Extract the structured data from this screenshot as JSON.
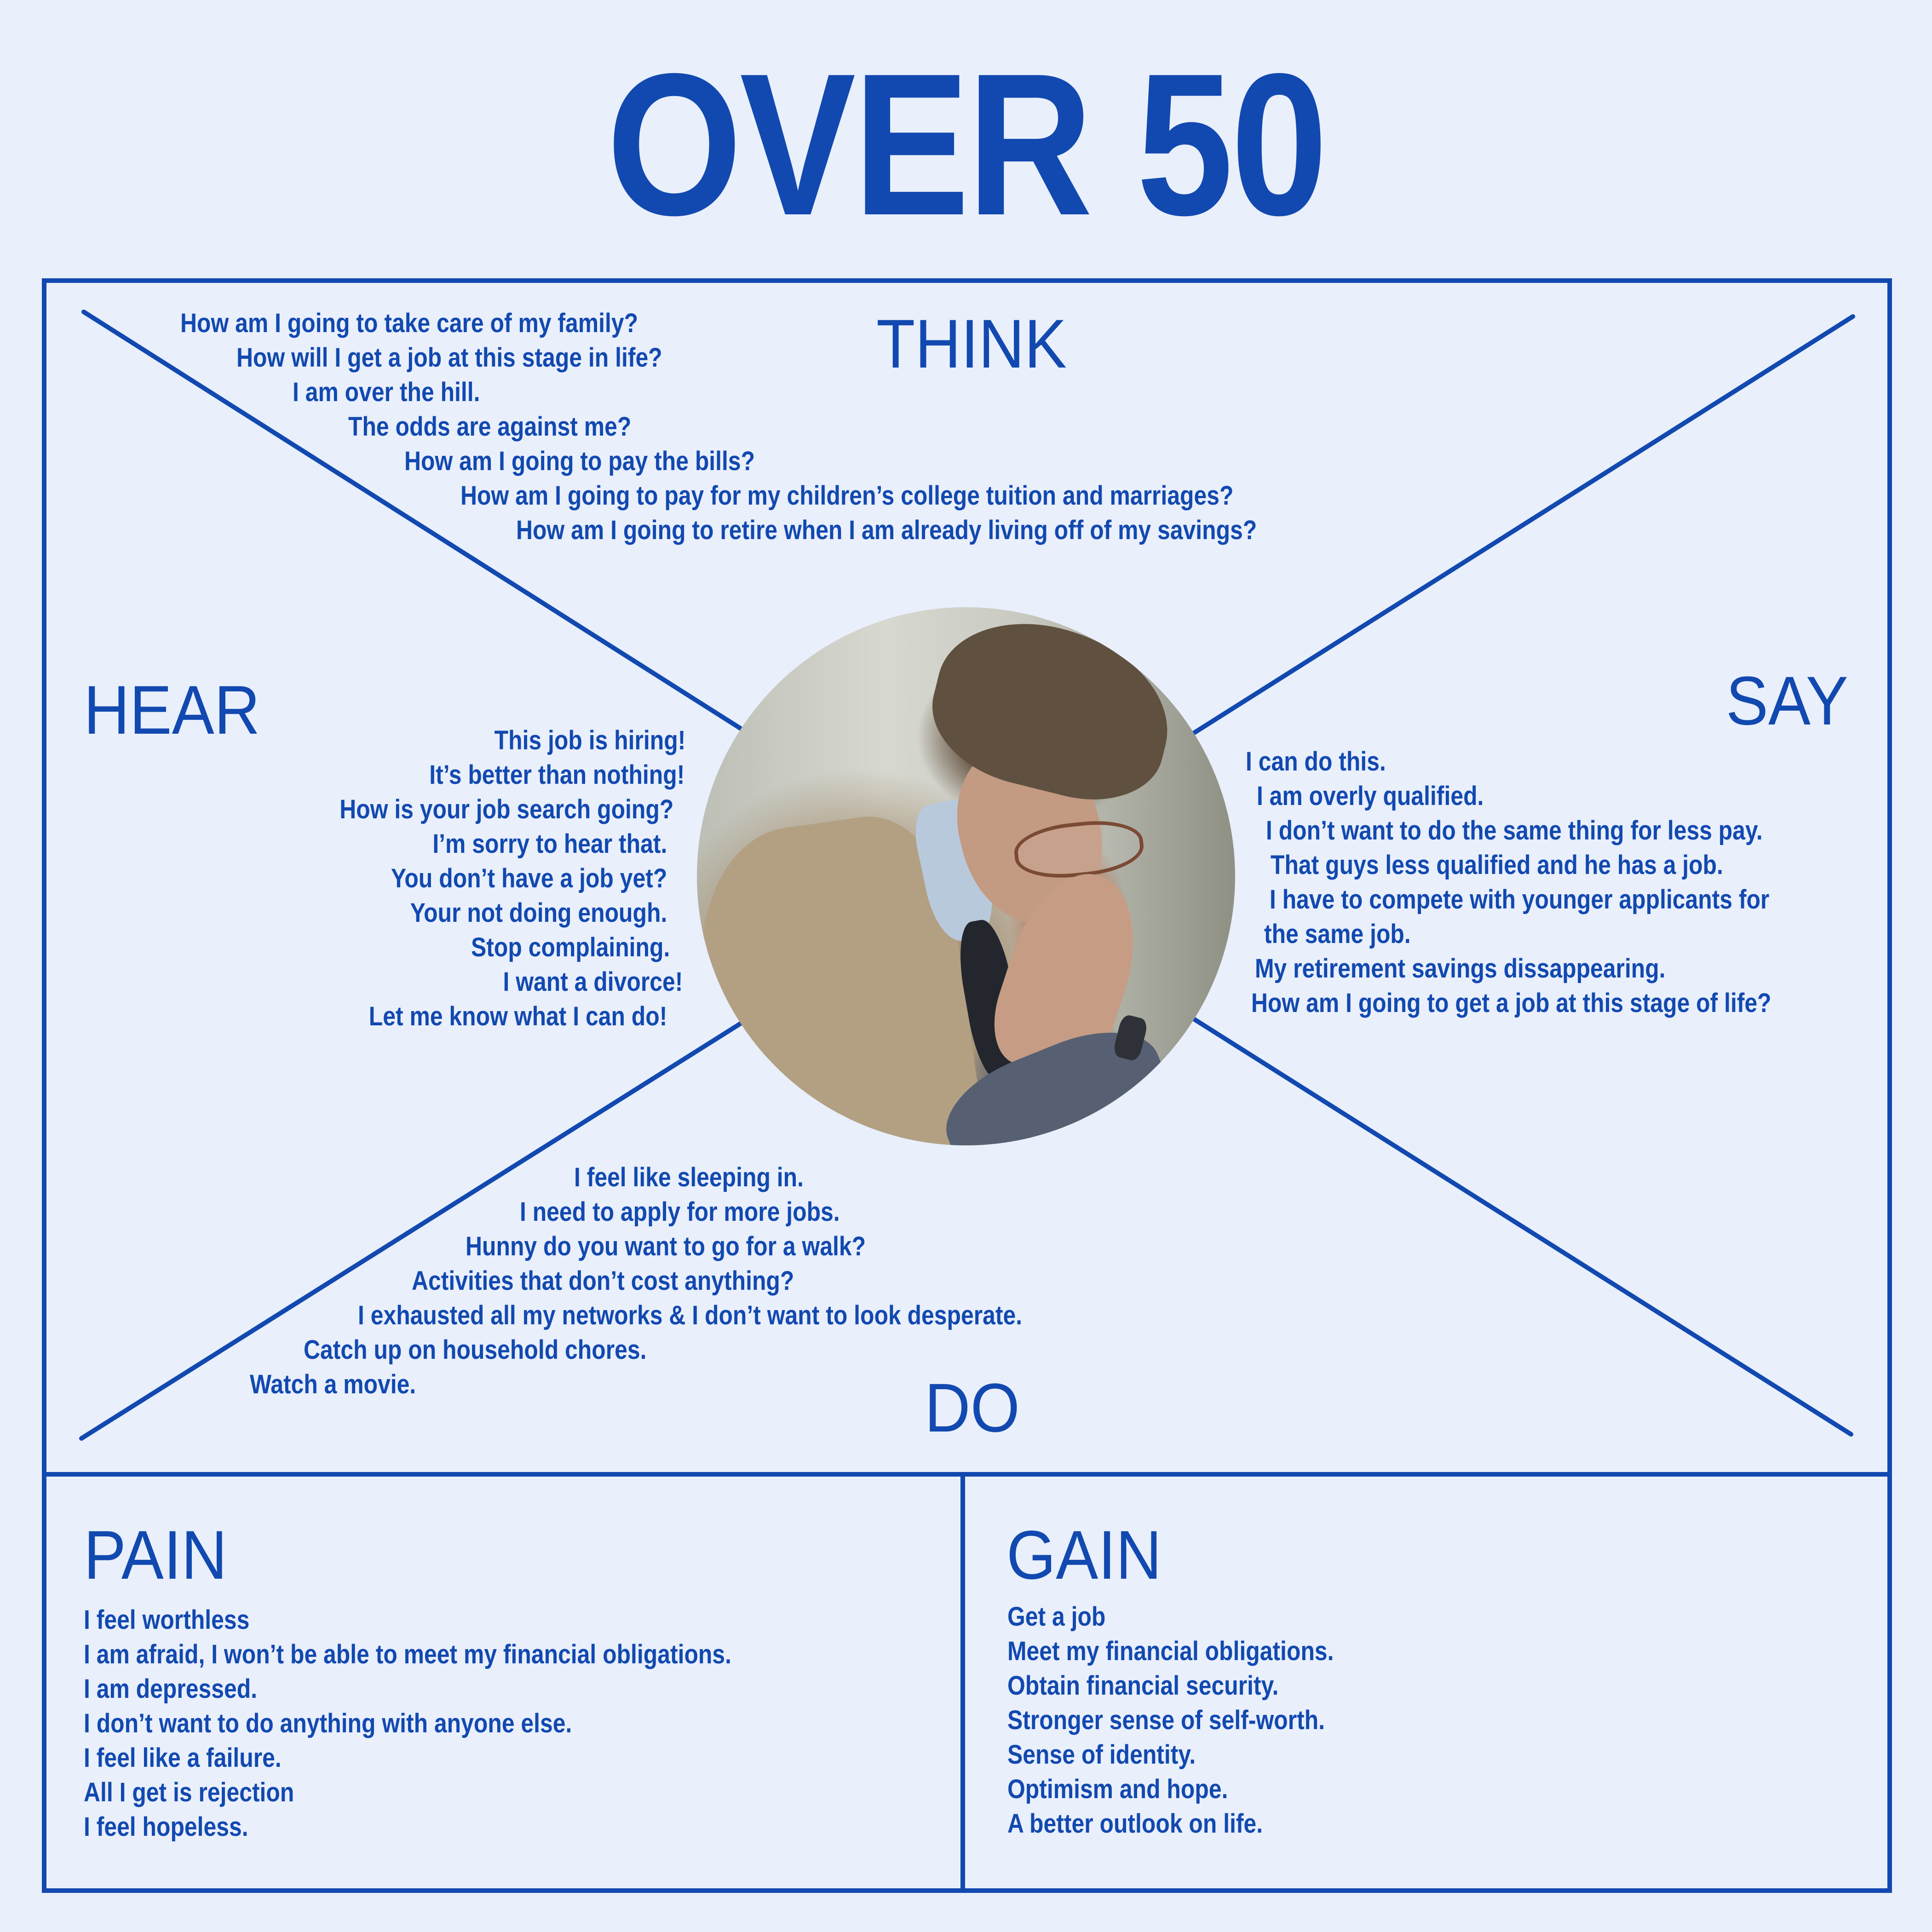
{
  "title": "OVER 50",
  "colors": {
    "accent": "#1249B0",
    "background": "#E9EFFB"
  },
  "photo": {
    "description": "Man in beige coat with glasses, hands pressed together against face, looking down",
    "icon": "person-photo"
  },
  "quadrants": {
    "think": {
      "label": "THINK",
      "items": [
        "How am I going to take care of my family?",
        "How will I get a job at this stage in life?",
        "I am over the hill.",
        "The odds are against me?",
        "How am I going to pay the bills?",
        "How am I going to pay for my children’s college tuition and marriages?",
        "How am I going to retire when I am already living off of my savings?"
      ]
    },
    "hear": {
      "label": "HEAR",
      "items": [
        "This job is hiring!",
        "It’s better than nothing!",
        "How is your job search going?",
        "I’m sorry to hear that.",
        "You don’t have a job yet?",
        "Your not doing enough.",
        "Stop complaining.",
        "I want a divorce!",
        "Let me know what I can do!"
      ]
    },
    "say": {
      "label": "SAY",
      "items": [
        "I can do this.",
        "I am overly qualified.",
        "I don’t want to do the same thing for less pay.",
        "That guys less qualified and he has a job.",
        "I have to compete with younger applicants for",
        "the same job.",
        "My retirement savings dissappearing.",
        "How am I going to get a job at this stage of life?"
      ]
    },
    "do": {
      "label": "DO",
      "items": [
        "I feel like sleeping in.",
        "I need to apply for more jobs.",
        "Hunny do you want to go for a walk?",
        "Activities that don’t cost anything?",
        "I exhausted all my networks & I don’t want to look desperate.",
        "Catch up on household chores.",
        "Watch a movie."
      ]
    }
  },
  "pain": {
    "label": "PAIN",
    "items": [
      "I feel worthless",
      "I am afraid, I won’t be able to meet my financial obligations.",
      "I am depressed.",
      "I don’t want to do anything with anyone else.",
      "I feel like a failure.",
      "All I get is rejection",
      "I feel hopeless."
    ]
  },
  "gain": {
    "label": "GAIN",
    "items": [
      "Get a job",
      "Meet my financial obligations.",
      "Obtain financial security.",
      "Stronger sense of self-worth.",
      "Sense of identity.",
      "Optimism and hope.",
      "A better outlook on life."
    ]
  }
}
